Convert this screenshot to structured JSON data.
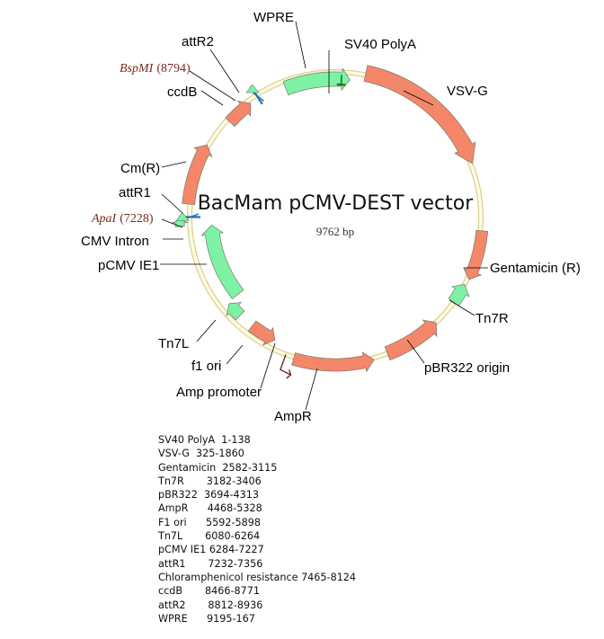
{
  "map": {
    "title": "BacMam pCMV-DEST vector",
    "size_label": "9762 bp",
    "total_bp": 9762,
    "colors": {
      "backbone_outer": "#d8cf8e",
      "backbone_inner": "#fffbe2",
      "arrow_red": "#f4866a",
      "arrow_green": "#7ef2a4",
      "att_bar": "#1f72b4",
      "polya_bar": "#1b7a1e",
      "promoter": "#6e1b13"
    },
    "features": [
      {
        "name": "SV40 PolyA",
        "start": 1,
        "end": 138,
        "type": "polya"
      },
      {
        "name": "VSV-G",
        "start": 325,
        "end": 1860,
        "type": "cds",
        "dir": 1
      },
      {
        "name": "Gentamicin (R)",
        "start": 2582,
        "end": 3115,
        "type": "cds",
        "dir": 1
      },
      {
        "name": "Tn7R",
        "start": 3182,
        "end": 3406,
        "type": "misc",
        "dir": -1
      },
      {
        "name": "pBR322 origin",
        "start": 3694,
        "end": 4313,
        "type": "ori",
        "dir": -1
      },
      {
        "name": "AmpR",
        "start": 4468,
        "end": 5328,
        "type": "cds",
        "dir": -1
      },
      {
        "name": "Amp promoter",
        "position": 5420,
        "type": "promoter"
      },
      {
        "name": "f1 ori",
        "start": 5592,
        "end": 5898,
        "type": "ori",
        "dir": -1
      },
      {
        "name": "Tn7L",
        "start": 6080,
        "end": 6264,
        "type": "misc",
        "dir": 1
      },
      {
        "name": "pCMV IE1",
        "start": 6284,
        "end": 7227,
        "type": "promoter_region",
        "dir": 1
      },
      {
        "name": "CMV Intron",
        "start": 7232,
        "end": 7300,
        "type": "misc",
        "dir": 1
      },
      {
        "name": "attR1",
        "start": 7300,
        "end": 7356,
        "type": "att",
        "dir": 1
      },
      {
        "name": "Cm(R)",
        "start": 7465,
        "end": 8124,
        "type": "cds",
        "dir": 1
      },
      {
        "name": "ccdB",
        "start": 8466,
        "end": 8771,
        "type": "cds",
        "dir": 1
      },
      {
        "name": "attR2",
        "start": 8812,
        "end": 8936,
        "type": "att",
        "dir": 1
      },
      {
        "name": "WPRE",
        "start": 9195,
        "end": 167,
        "type": "misc",
        "dir": 1
      }
    ],
    "sites": [
      {
        "name": "BspMI",
        "position": "(8794)"
      },
      {
        "name": "ApaI",
        "position": "(7228)"
      }
    ]
  },
  "legend": [
    "SV40 PolyA  1-138",
    "VSV-G  325-1860",
    "Gentamicin  2582-3115",
    "Tn7R       3182-3406",
    "pBR322  3694-4313",
    "AmpR      4468-5328",
    "F1 ori      5592-5898",
    "Tn7L       6080-6264",
    "pCMV IE1 6284-7227",
    "attR1       7232-7356",
    "Chloramphenicol resistance 7465-8124",
    "ccdB       8466-8771",
    "attR2       8812-8936",
    "WPRE      9195-167"
  ]
}
